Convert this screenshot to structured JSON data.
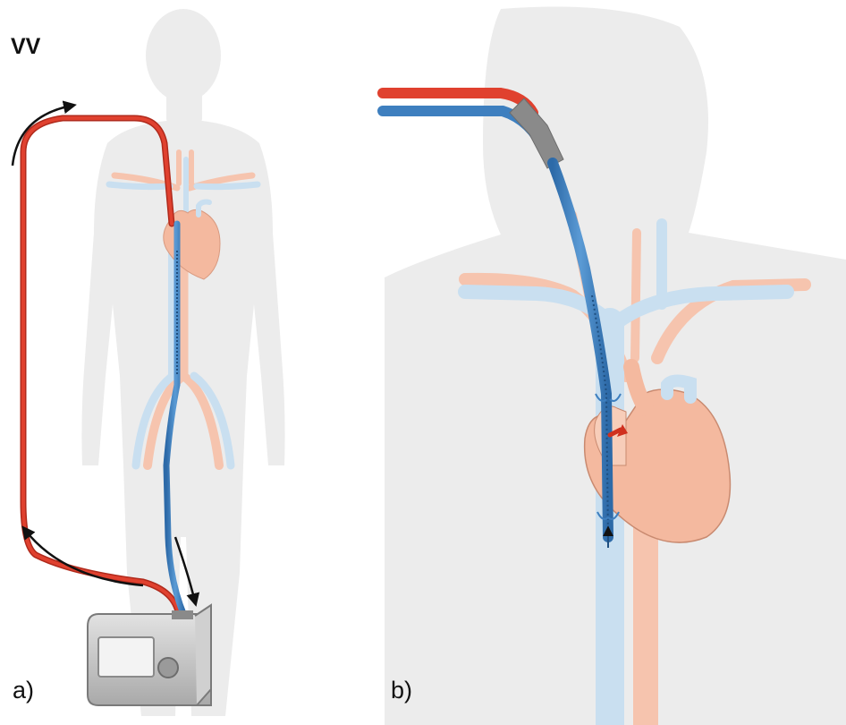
{
  "figure": {
    "mode_label": "VV",
    "panels": [
      {
        "label": "a)",
        "content": "full-body"
      },
      {
        "label": "b)",
        "content": "close-up"
      }
    ],
    "colors": {
      "background": "#ffffff",
      "body_silhouette": "#ececec",
      "artery": "#f6c4ae",
      "vein": "#c9dff0",
      "oxygenated_tubing": "#e0412f",
      "deoxygenated_tubing": "#3e7fbf",
      "cannula_connector": "#8a8a8a",
      "heart": "#f4b99f",
      "flow_arrow": "#111111",
      "ecmo_device": "#c8c8c8"
    }
  }
}
